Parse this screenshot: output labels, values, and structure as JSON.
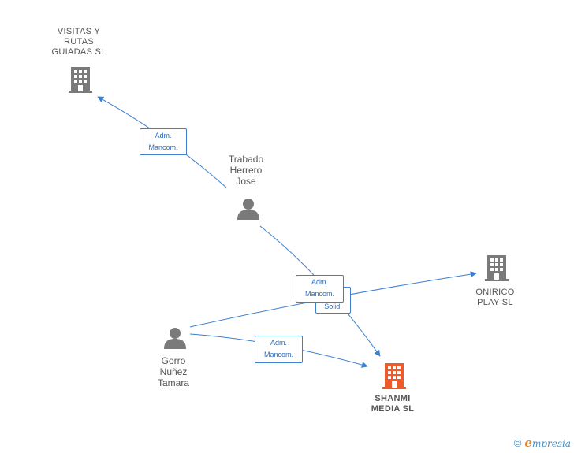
{
  "colors": {
    "edge": "#3b7fd1",
    "node": "#7a7a7a",
    "focus_node": "#f05a2a",
    "edge_text": "#2a6cc0"
  },
  "nodes": {
    "visitas": {
      "lines": [
        "VISITAS Y",
        "RUTAS",
        "GUIADAS  SL"
      ],
      "icon": "building-icon"
    },
    "trabado": {
      "lines": [
        "Trabado",
        "Herrero",
        "Jose"
      ],
      "icon": "person-icon"
    },
    "onirico": {
      "lines": [
        "ONIRICO",
        "PLAY  SL"
      ],
      "icon": "building-icon"
    },
    "gorro": {
      "lines": [
        "Gorro",
        "Nuñez",
        "Tamara"
      ],
      "icon": "person-icon"
    },
    "shanmi": {
      "lines": [
        "SHANMI",
        "MEDIA  SL"
      ],
      "icon": "building-icon"
    }
  },
  "edges": {
    "trabado_visitas": {
      "lines": [
        "Adm.",
        "Mancom."
      ]
    },
    "trabado_shanmi": {
      "lines": [
        "Adm.",
        "Mancom."
      ]
    },
    "gorro_onirico": {
      "lines": [
        "Solid."
      ]
    },
    "gorro_shanmi": {
      "lines": [
        "Adm.",
        "Mancom."
      ]
    }
  },
  "footer": {
    "copyright": "©",
    "brand_initial": "e",
    "brand_rest": "mpresia"
  }
}
